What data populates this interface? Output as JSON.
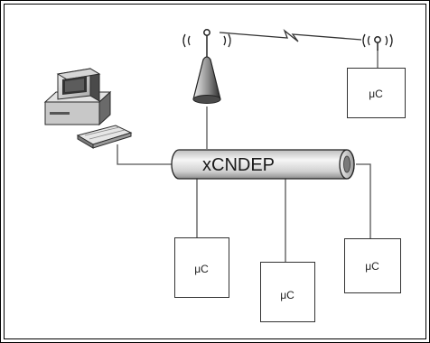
{
  "diagram": {
    "bus_label": "xCNDEP",
    "microcontrollers": [
      {
        "label": "μC"
      },
      {
        "label": "μC"
      },
      {
        "label": "μC"
      },
      {
        "label": "μC"
      }
    ],
    "icons": {
      "computer": "desktop-computer-icon",
      "antenna": "radio-antenna-icon",
      "remote_antenna": "radio-antenna-icon",
      "wireless_link": "lightning-link-icon"
    },
    "colors": {
      "line": "#555555",
      "frame": "#000000",
      "box_border": "#333333",
      "shade_dark": "#3a3a3a",
      "shade_light": "#d8d8d8"
    }
  }
}
